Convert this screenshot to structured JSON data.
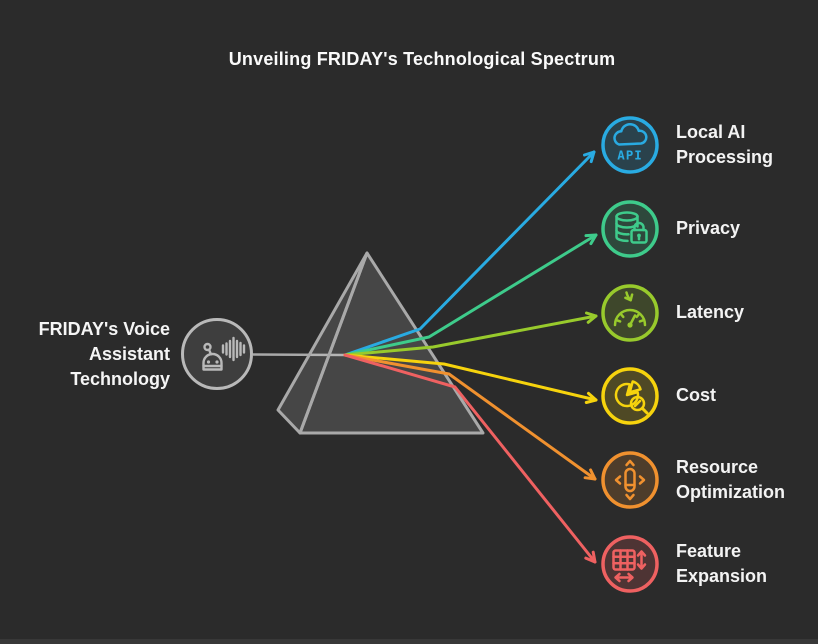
{
  "title": "Unveiling FRIDAY's Technological Spectrum",
  "source": {
    "label": "FRIDAY's Voice Assistant Technology",
    "lines": [
      "FRIDAY's Voice",
      "Assistant",
      "Technology"
    ],
    "icon": "robot-voice-wave-icon",
    "color": "#b9b9b9"
  },
  "prism": {
    "name": "dispersion-prism",
    "stroke": "#a9a9a9"
  },
  "outputs": [
    {
      "label": "Local AI Processing",
      "lines": [
        "Local AI",
        "Processing"
      ],
      "icon": "cloud-api-icon",
      "icon_text": "API",
      "color": "#29abe2"
    },
    {
      "label": "Privacy",
      "lines": [
        "Privacy"
      ],
      "icon": "database-lock-icon",
      "color": "#3ecb8b"
    },
    {
      "label": "Latency",
      "lines": [
        "Latency"
      ],
      "icon": "gauge-down-arrow-icon",
      "color": "#98ca2c"
    },
    {
      "label": "Cost",
      "lines": [
        "Cost"
      ],
      "icon": "pie-chart-magnifier-icon",
      "color": "#f6d30d"
    },
    {
      "label": "Resource Optimization",
      "lines": [
        "Resource",
        "Optimization"
      ],
      "icon": "move-adjust-icon",
      "color": "#f0912f"
    },
    {
      "label": "Feature Expansion",
      "lines": [
        "Feature",
        "Expansion"
      ],
      "icon": "table-expand-icon",
      "color": "#ef6161"
    }
  ],
  "colors": {
    "background": "#2b2b2b",
    "text": "#f3f3f3",
    "connector": "#a9a9a9",
    "footer_strip": "#383838"
  }
}
